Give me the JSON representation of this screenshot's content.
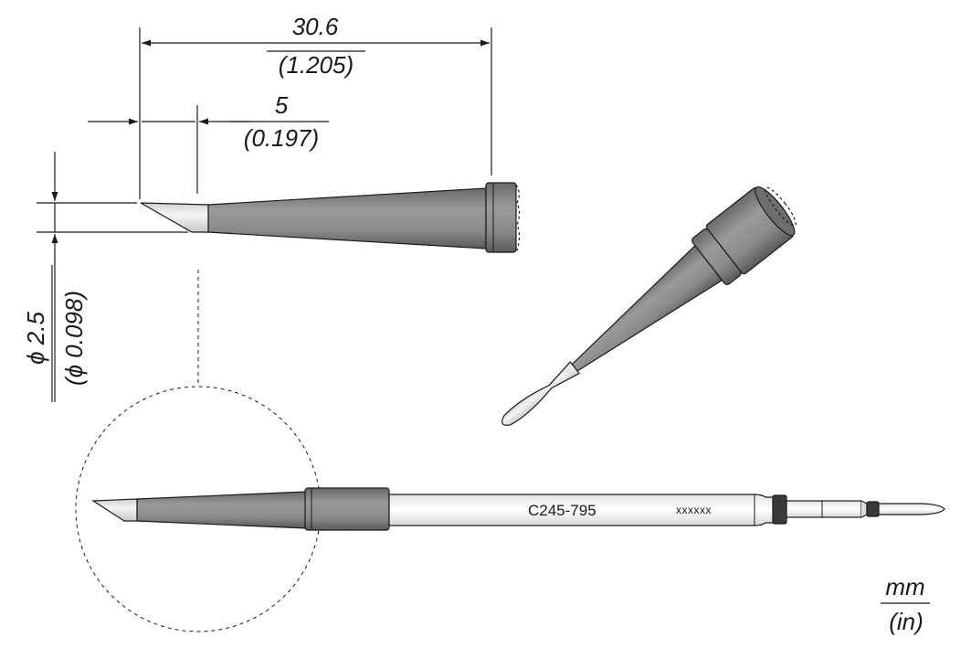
{
  "dimensions": {
    "overall_length": {
      "mm": "30.6",
      "in": "(1.205)"
    },
    "bevel_length": {
      "mm": "5",
      "in": "(0.197)"
    },
    "diameter": {
      "mm": "ϕ 2.5",
      "in": "(ϕ 0.098)"
    }
  },
  "cartridge": {
    "model": "C245-795",
    "serial": "xxxxxx"
  },
  "units": {
    "primary": "mm",
    "secondary": "(in)"
  },
  "colors": {
    "metal": "#8a8a8a",
    "metal_dark": "#5e5e5e",
    "tinned_tip": "#e6e6e6",
    "band": "#3c3c3c",
    "line": "#1a1a1a"
  }
}
